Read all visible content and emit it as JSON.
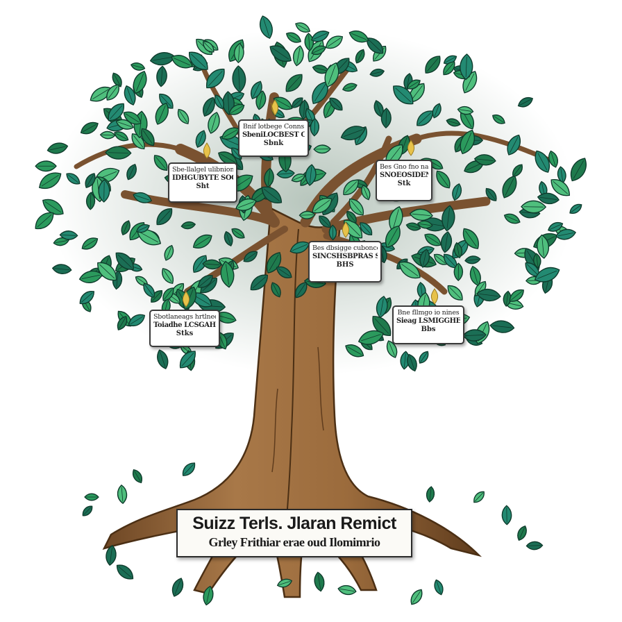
{
  "diagram": {
    "kind": "family tree",
    "colors": {
      "trunk": "#9b6b3c",
      "trunk_dark": "#6e4725",
      "leaf": "#2b9a5d",
      "leaf_dark": "#1b6e55",
      "leaf_light": "#4fbf7d",
      "card_bg": "#ffffff",
      "card_border": "#3a3a3a",
      "flame": "#e7c24a"
    },
    "cards": [
      {
        "id": "top-center",
        "line1": "Bnif lotbege Conns",
        "line2": "SbeniLOCBEST CCHE",
        "line3": "Sbnk"
      },
      {
        "id": "upper-left",
        "line1": "Sbe-llalgel ulibnione",
        "line2": "IDHGUBYTE SOORKE",
        "line3": "Sht"
      },
      {
        "id": "upper-right",
        "line1": "Bes Gno fno nae",
        "line2": "SNOEOSIDENE",
        "line3": "Stk"
      },
      {
        "id": "middle",
        "line1": "Bes dbsigge cubonces",
        "line2": "SINCSHSBPRAS SASE",
        "line3": "BHS"
      },
      {
        "id": "lower-left",
        "line1": "Sbotlaneags hrtlnee",
        "line2": "Toiadhe LCSGAHIT",
        "line3": "Stks"
      },
      {
        "id": "lower-right",
        "line1": "Bne fllmgo io nines",
        "line2": "Sieag LSMIGGHE",
        "line3": "Bbs"
      }
    ],
    "banner": {
      "title": "Suizz Terls. Jlaran Remict",
      "subtitle": "Grley Frithiar erae oud Ilomimrio"
    }
  }
}
